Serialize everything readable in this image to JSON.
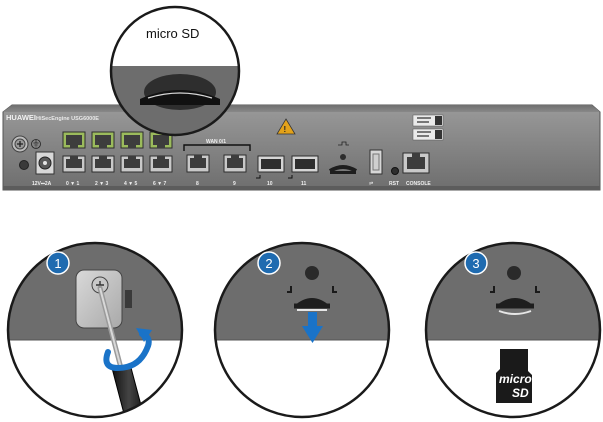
{
  "callout": {
    "label": "micro SD"
  },
  "device": {
    "brand": "HUAWEI",
    "model": "HiSecEngine USG6000E",
    "power_label": "12V⎓2A",
    "port_labels": [
      "0 ▼ 1",
      "2 ▼ 3",
      "4 ▼ 5",
      "6 ▼ 7",
      "8",
      "9",
      "10",
      "11"
    ],
    "wan_label": "WAN 0/1",
    "rst_label": "RST",
    "console_label": "CONSOLE"
  },
  "steps": [
    {
      "number": "1"
    },
    {
      "number": "2"
    },
    {
      "number": "3"
    }
  ],
  "card": {
    "line1": "micro",
    "line2": "SD"
  },
  "colors": {
    "chassis": "#8a8a8a",
    "chassis_dark": "#555555",
    "step_badge": "#1f6bb0",
    "arrow_blue": "#1a73c8",
    "port_green": "#8cb44a"
  }
}
